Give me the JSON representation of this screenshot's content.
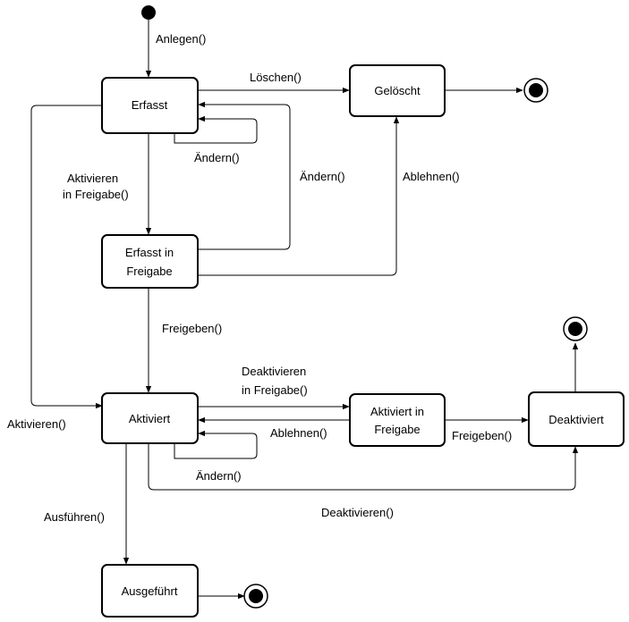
{
  "states": {
    "erfasst": "Erfasst",
    "geloescht": "Gelöscht",
    "erfasst_freigabe": [
      "Erfasst in",
      "Freigabe"
    ],
    "aktiviert": "Aktiviert",
    "aktiviert_freigabe": [
      "Aktiviert in",
      "Freigabe"
    ],
    "deaktiviert": "Deaktiviert",
    "ausgefuehrt": "Ausgeführt"
  },
  "transitions": {
    "anlegen": "Anlegen()",
    "loeschen": "Löschen()",
    "aendern_erfasst": "Ändern()",
    "aendern_back": "Ändern()",
    "aktivieren_freigabe": [
      "Aktivieren",
      "in Freigabe()"
    ],
    "ablehnen_top": "Ablehnen()",
    "freigeben_top": "Freigeben()",
    "aktivieren": "Aktivieren()",
    "deaktivieren_freigabe": [
      "Deaktivieren",
      "in Freigabe()"
    ],
    "ablehnen_bottom": "Ablehnen()",
    "freigeben_bottom": "Freigeben()",
    "aendern_aktiviert": "Ändern()",
    "deaktivieren": "Deaktivieren()",
    "ausfuehren": "Ausführen()"
  }
}
